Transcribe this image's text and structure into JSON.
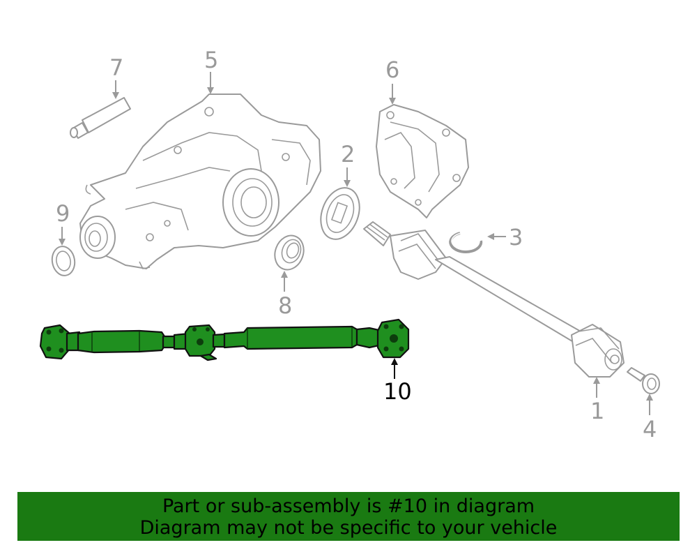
{
  "callouts": {
    "c1": "1",
    "c2": "2",
    "c3": "3",
    "c4": "4",
    "c5": "5",
    "c6": "6",
    "c7": "7",
    "c8": "8",
    "c9": "9",
    "c10": "10"
  },
  "highlighted_part": "10",
  "colors": {
    "highlight": "#1f8f1f",
    "banner": "#1a7a12",
    "outline": "#9a9a9a"
  },
  "banner": {
    "line1": "Part or sub-assembly is #10 in diagram",
    "line2": "Diagram may not be specific to your vehicle"
  }
}
